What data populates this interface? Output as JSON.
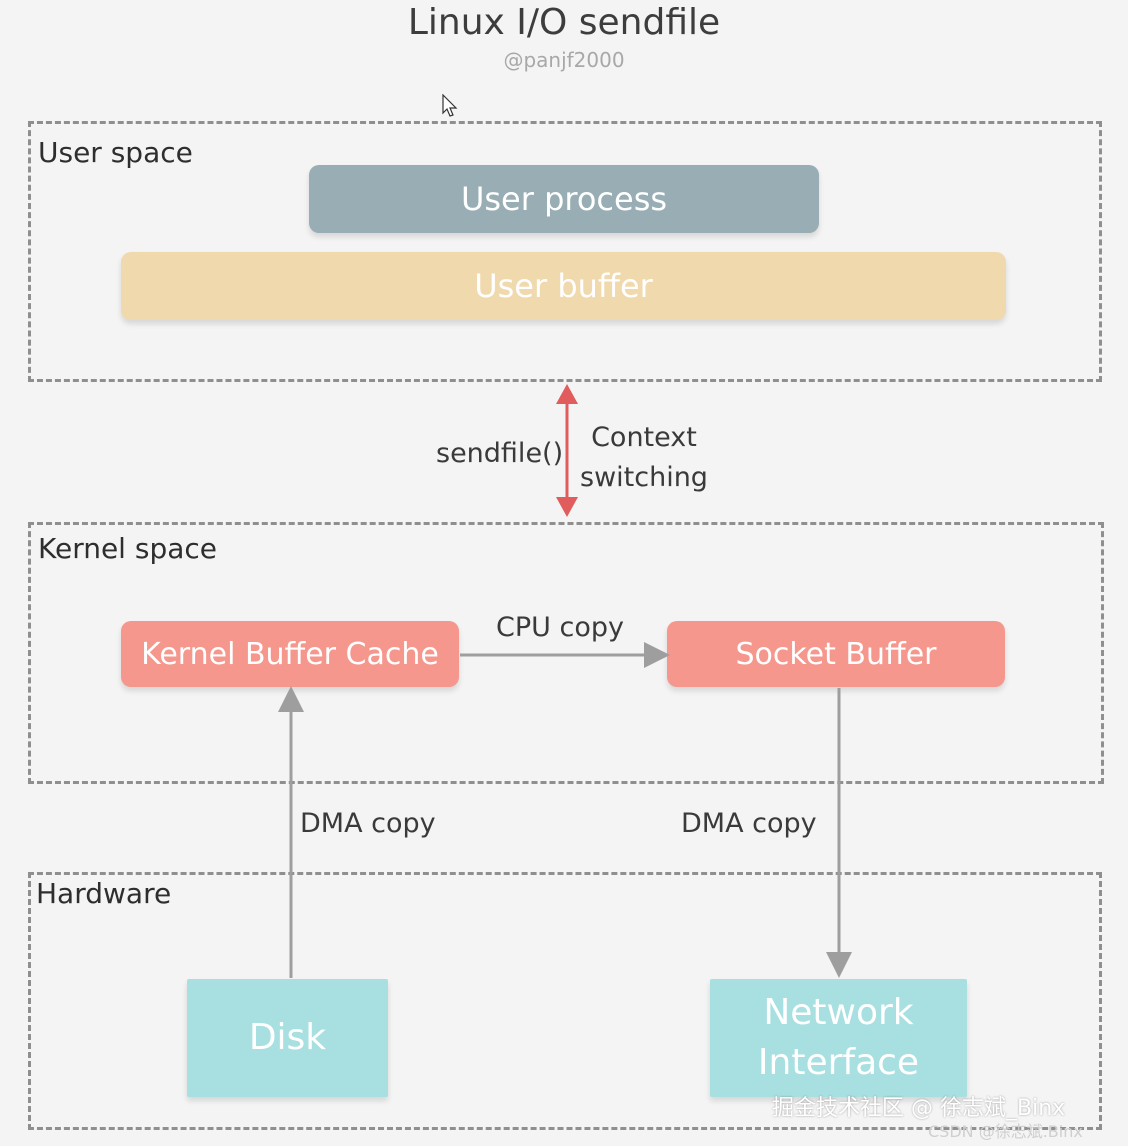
{
  "header": {
    "title": "Linux I/O sendfile",
    "author": "@panjf2000"
  },
  "regions": {
    "user": {
      "label": "User space"
    },
    "kernel": {
      "label": "Kernel space"
    },
    "hardware": {
      "label": "Hardware"
    }
  },
  "nodes": {
    "user_process": "User process",
    "user_buffer": "User buffer",
    "kernel_buffer_cache": "Kernel Buffer Cache",
    "socket_buffer": "Socket Buffer",
    "disk": "Disk",
    "network_interface": {
      "line1": "Network",
      "line2": "Interface"
    }
  },
  "edges": {
    "syscall": "sendfile()",
    "context_switch": {
      "line1": "Context",
      "line2": "switching"
    },
    "cpu_copy": "CPU copy",
    "dma_copy_in": "DMA copy",
    "dma_copy_out": "DMA copy"
  },
  "colors": {
    "context_arrow": "#e15c5c",
    "copy_arrow": "#9e9e9e"
  },
  "watermark": {
    "line1": "掘金技术社区 @ 徐志斌_Binx",
    "line2": "CSDN @徐志斌.Binx"
  }
}
